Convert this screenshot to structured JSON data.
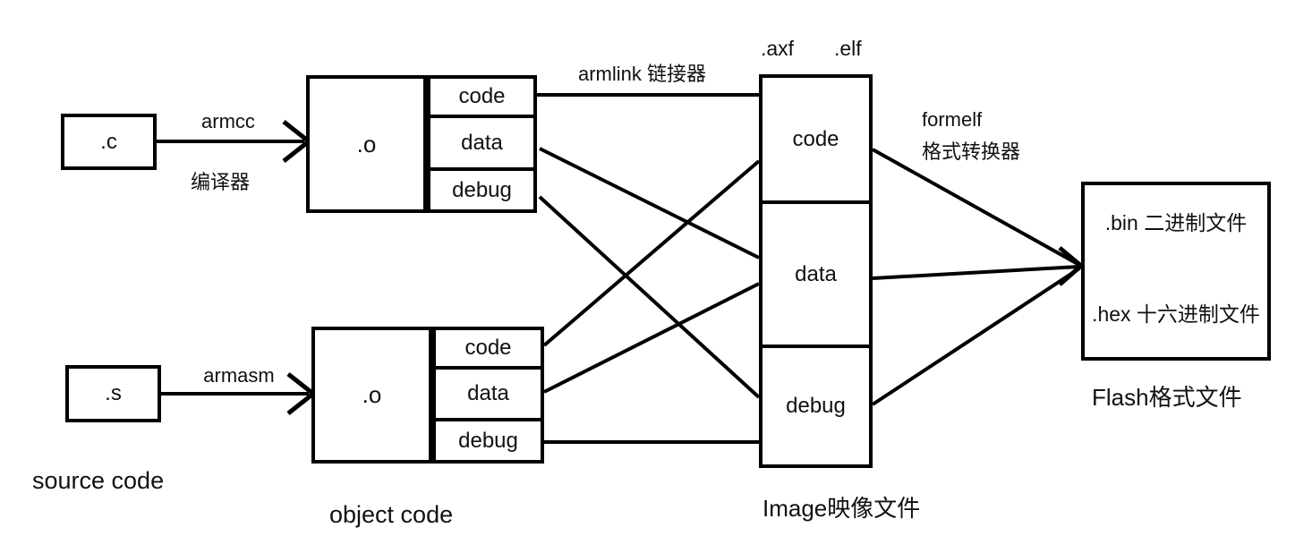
{
  "source": {
    "c_file": ".c",
    "s_file": ".s",
    "caption": "source code",
    "armcc_label": "armcc",
    "armcc_sub": "编译器",
    "armasm_label": "armasm"
  },
  "object": {
    "top_o": ".o",
    "bottom_o": ".o",
    "top_sections": [
      "code",
      "data",
      "debug"
    ],
    "bottom_sections": [
      "code",
      "data",
      "debug"
    ],
    "caption": "object code",
    "armlink_label": "armlink  链接器"
  },
  "image": {
    "axf": ".axf",
    "elf": ".elf",
    "sections": [
      "code",
      "data",
      "debug"
    ],
    "caption": "Image映像文件",
    "formelf_label": "formelf",
    "formelf_sub": "格式转换器"
  },
  "flash": {
    "bin": ".bin 二进制文件",
    "hex": ".hex 十六进制文件",
    "caption": "Flash格式文件"
  },
  "colors": {
    "line": "#000000",
    "text": "#111111",
    "background": "#ffffff"
  }
}
